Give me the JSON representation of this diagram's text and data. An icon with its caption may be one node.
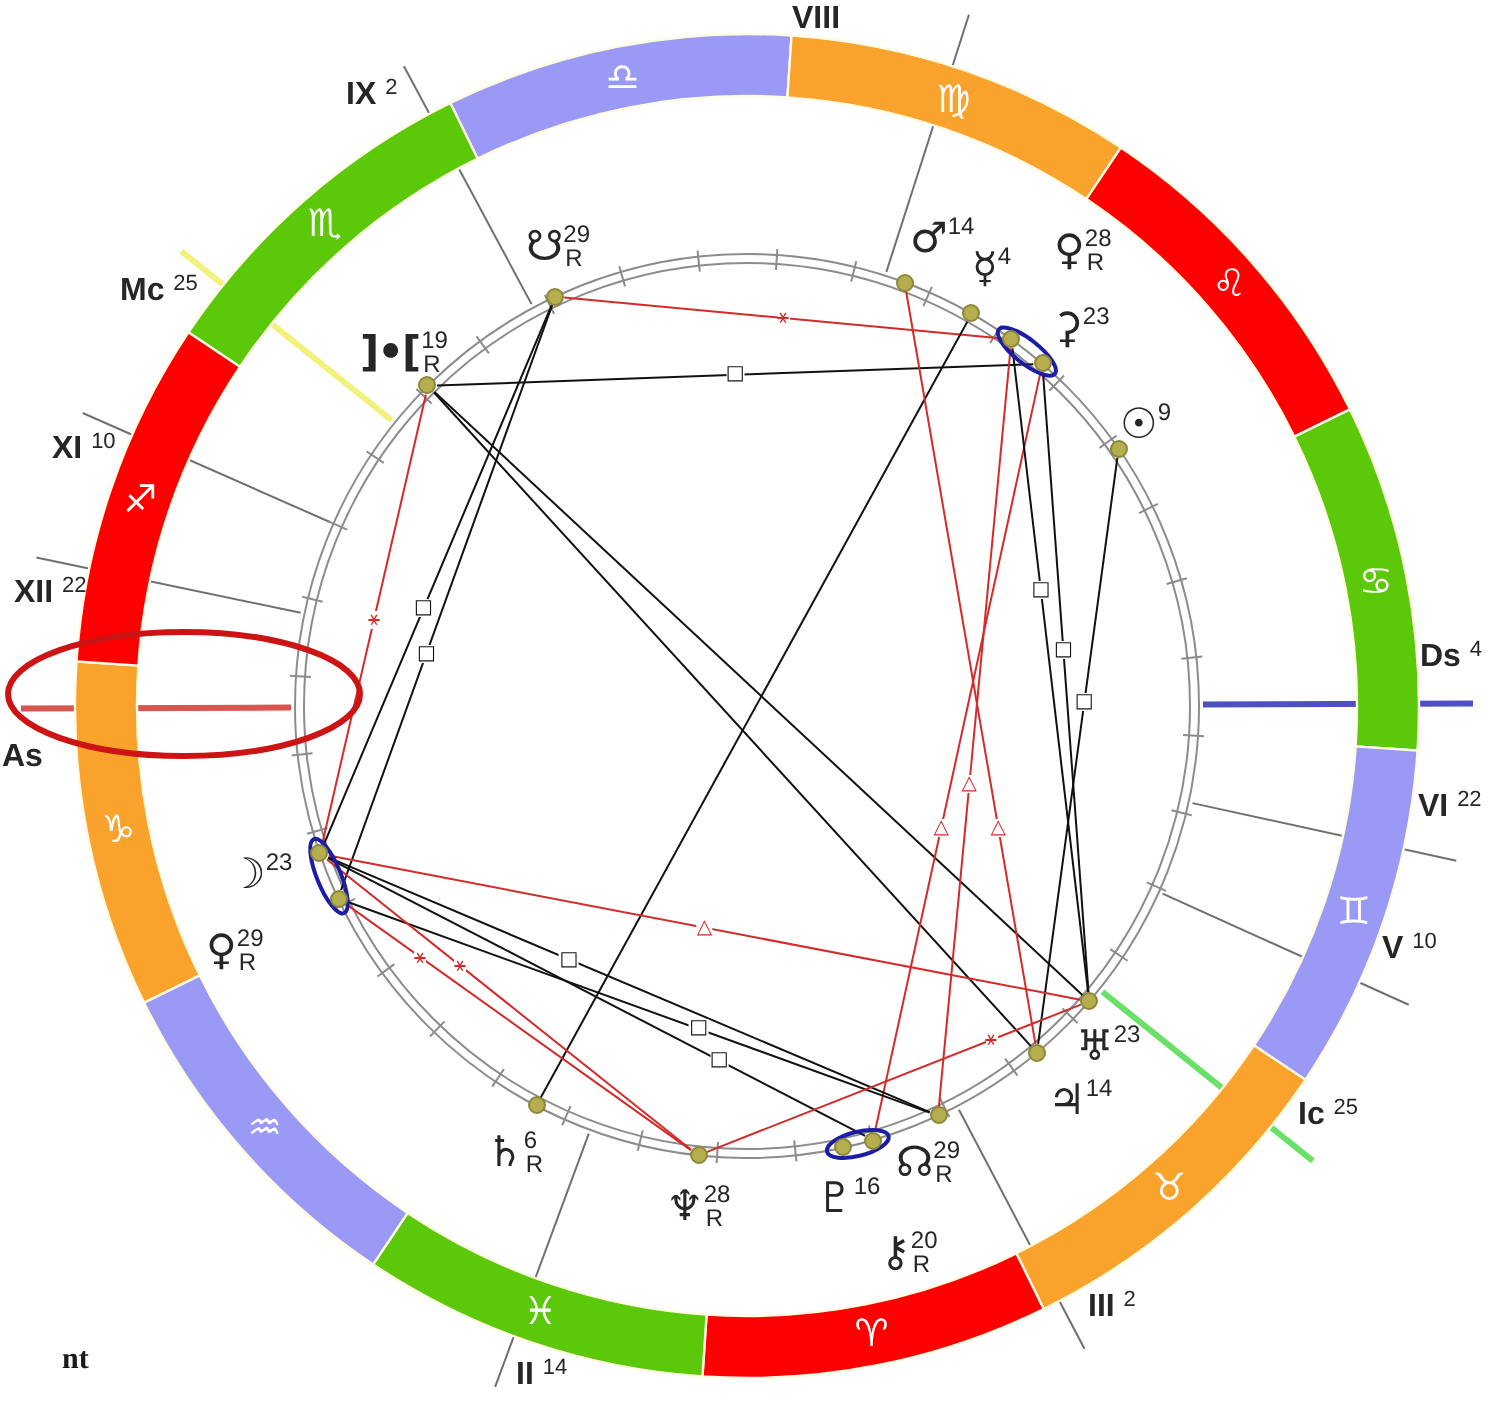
{
  "diagram": {
    "nodes": [
      {
        "text": [
          "♎"
        ]
      },
      {
        "text": [
          "♍"
        ]
      },
      {
        "text": [
          "♌"
        ]
      },
      {
        "text": [
          "♋"
        ]
      },
      {
        "text": [
          "♊"
        ]
      },
      {
        "text": [
          "♉"
        ]
      },
      {
        "text": [
          "♈"
        ]
      },
      {
        "text": [
          "♓"
        ]
      },
      {
        "text": [
          "♒"
        ]
      },
      {
        "text": [
          "♑"
        ]
      },
      {
        "text": [
          "♐"
        ]
      },
      {
        "text": [
          "♏"
        ]
      },
      {
        "text": [],
        "shape": "circle",
        "beside": [
          "☋",
          "29",
          "R"
        ]
      },
      {
        "text": [],
        "shape": "circle",
        "beside": [
          "]•[",
          "19",
          "R"
        ]
      },
      {
        "text": [],
        "shape": "circle",
        "beside": [
          "♂",
          "14"
        ]
      },
      {
        "text": [],
        "shape": "circle",
        "beside": [
          "☿",
          "4"
        ]
      },
      {
        "text": [],
        "shape": "circle",
        "beside": [
          "♀",
          "28",
          "R"
        ]
      },
      {
        "text": [],
        "shape": "circle",
        "beside": [
          "⚳",
          "23"
        ]
      },
      {
        "text": [],
        "shape": "circle",
        "beside": [
          "☉",
          "9"
        ]
      },
      {
        "text": [],
        "shape": "circle",
        "beside": [
          "♅",
          "23"
        ]
      },
      {
        "text": [],
        "shape": "circle",
        "beside": [
          "♃",
          "14"
        ]
      },
      {
        "text": [],
        "shape": "circle",
        "beside": [
          "☊",
          "29",
          "R"
        ]
      },
      {
        "text": [],
        "shape": "circle",
        "beside": [
          "♇",
          "16"
        ]
      },
      {
        "text": [],
        "shape": "circle",
        "beside": [
          "⚷",
          "20",
          "R"
        ]
      },
      {
        "text": [],
        "shape": "circle",
        "beside": [
          "♆",
          "28",
          "R"
        ]
      },
      {
        "text": [],
        "shape": "circle",
        "beside": [
          "♄",
          "6",
          "R"
        ]
      },
      {
        "text": [],
        "shape": "circle",
        "beside": [
          "☽",
          "23"
        ]
      },
      {
        "text": [],
        "shape": "circle",
        "beside": [
          "♀",
          "29",
          "R"
        ]
      }
    ],
    "edges": [
      {
        "from": 12,
        "to": 16,
        "arrow": "none",
        "label": "⚹",
        "color": "#d42a2a"
      },
      {
        "from": 13,
        "to": 17,
        "arrow": "none",
        "label": "□"
      },
      {
        "from": 13,
        "to": 26,
        "arrow": "none",
        "label": "⚹",
        "color": "#d42a2a"
      },
      {
        "from": 12,
        "to": 26,
        "arrow": "none",
        "label": "□"
      },
      {
        "from": 12,
        "to": 27,
        "arrow": "none",
        "label": "□"
      },
      {
        "from": 13,
        "to": 19,
        "arrow": "none"
      },
      {
        "from": 13,
        "to": 20,
        "arrow": "none"
      },
      {
        "from": 15,
        "to": 25,
        "arrow": "none"
      },
      {
        "from": 14,
        "to": 20,
        "arrow": "none",
        "label": "△",
        "color": "#d42a2a"
      },
      {
        "from": 16,
        "to": 21,
        "arrow": "none",
        "label": "△",
        "color": "#d42a2a"
      },
      {
        "from": 17,
        "to": 23,
        "arrow": "none",
        "label": "△",
        "color": "#d42a2a"
      },
      {
        "from": 16,
        "to": 19,
        "arrow": "none",
        "label": "□"
      },
      {
        "from": 17,
        "to": 19,
        "arrow": "none",
        "label": "□"
      },
      {
        "from": 18,
        "to": 20,
        "arrow": "none",
        "label": "□"
      },
      {
        "from": 26,
        "to": 19,
        "arrow": "none",
        "label": "△",
        "color": "#d42a2a"
      },
      {
        "from": 26,
        "to": 21,
        "arrow": "none",
        "label": "□"
      },
      {
        "from": 27,
        "to": 21,
        "arrow": "none",
        "label": "□"
      },
      {
        "from": 26,
        "to": 23,
        "arrow": "none",
        "label": "□"
      },
      {
        "from": 26,
        "to": 24,
        "arrow": "none",
        "label": "⚹",
        "color": "#d42a2a"
      },
      {
        "from": 27,
        "to": 24,
        "arrow": "none",
        "label": "⚹",
        "color": "#d42a2a"
      },
      {
        "from": 24,
        "to": 19,
        "arrow": "none",
        "label": "⚹",
        "color": "#d42a2a"
      }
    ],
    "labels": [
      "VIII",
      "IX $^{2}$",
      "Mc $^{25}$",
      "XI $^{10}$",
      "XII $^{22}$",
      "Ds $^{4}$",
      "As",
      "VI $^{22}$",
      "V $^{10}$",
      "Ic $^{25}$",
      "III $^{2}$",
      "II $^{14}$",
      "nt"
    ]
  }
}
